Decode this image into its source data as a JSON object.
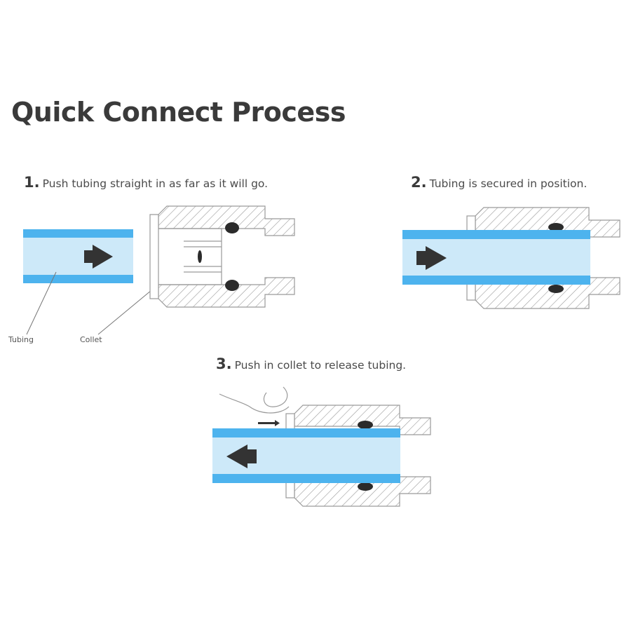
{
  "title": "Quick Connect Process",
  "steps": [
    {
      "number": "1.",
      "text": "Push tubing straight in as far as it will go."
    },
    {
      "number": "2.",
      "text": "Tubing is secured in position."
    },
    {
      "number": "3.",
      "text": "Push in collet to release tubing."
    }
  ],
  "labels": {
    "tubing": "Tubing",
    "collet": "Collet"
  },
  "colors": {
    "tube_wall": "#4db3ee",
    "tube_inner": "#cde9f9",
    "outline": "#9a9a9a",
    "arrow": "#333333",
    "oring": "#2b2b2b"
  }
}
